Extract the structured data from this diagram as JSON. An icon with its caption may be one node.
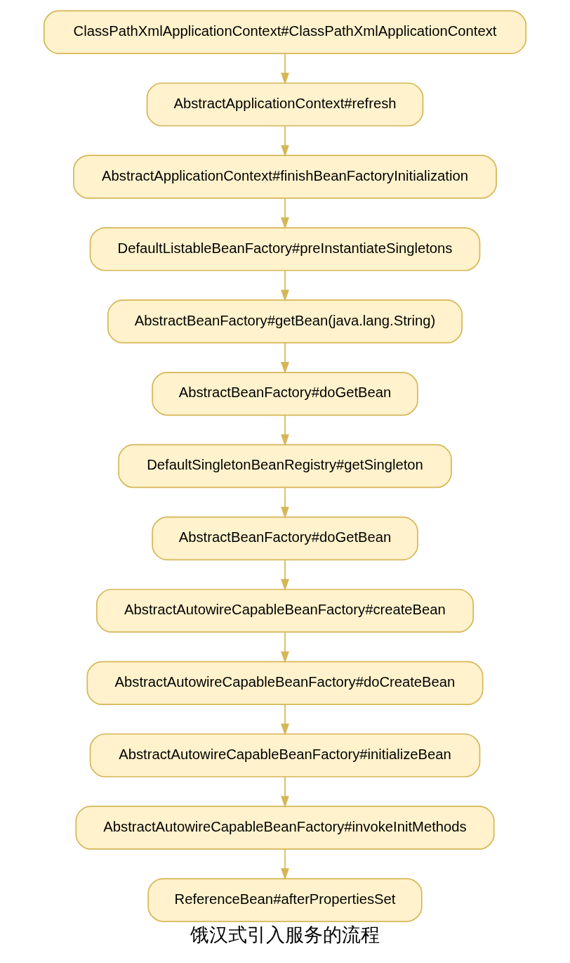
{
  "diagram": {
    "caption": "饿汉式引入服务的流程",
    "nodes": [
      {
        "text": [
          "ClassPathXmlApplicationContext#ClassPathXmlApplicationContext"
        ]
      },
      {
        "text": [
          "AbstractApplicationContext#refresh"
        ]
      },
      {
        "text": [
          "AbstractApplicationContext#finishBeanFactoryInitialization"
        ]
      },
      {
        "text": [
          "DefaultListableBeanFactory#preInstantiateSingletons"
        ]
      },
      {
        "text": [
          "AbstractBeanFactory#getBean(java.lang.String)"
        ]
      },
      {
        "text": [
          "AbstractBeanFactory#doGetBean"
        ]
      },
      {
        "text": [
          "DefaultSingletonBeanRegistry#getSingleton"
        ]
      },
      {
        "text": [
          "AbstractBeanFactory#doGetBean"
        ]
      },
      {
        "text": [
          "AbstractAutowireCapableBeanFactory#createBean"
        ]
      },
      {
        "text": [
          "AbstractAutowireCapableBeanFactory#doCreateBean"
        ]
      },
      {
        "text": [
          "AbstractAutowireCapableBeanFactory#initializeBean"
        ]
      },
      {
        "text": [
          "AbstractAutowireCapableBeanFactory#invokeInitMethods"
        ]
      },
      {
        "text": [
          "ReferenceBean#afterPropertiesSet"
        ]
      }
    ],
    "edges": [
      {
        "from": 0,
        "to": 1,
        "arrow": "to"
      },
      {
        "from": 1,
        "to": 2,
        "arrow": "to"
      },
      {
        "from": 2,
        "to": 3,
        "arrow": "to"
      },
      {
        "from": 3,
        "to": 4,
        "arrow": "to"
      },
      {
        "from": 4,
        "to": 5,
        "arrow": "to"
      },
      {
        "from": 5,
        "to": 6,
        "arrow": "to"
      },
      {
        "from": 6,
        "to": 7,
        "arrow": "to"
      },
      {
        "from": 7,
        "to": 8,
        "arrow": "to"
      },
      {
        "from": 8,
        "to": 9,
        "arrow": "to"
      },
      {
        "from": 9,
        "to": 10,
        "arrow": "to"
      },
      {
        "from": 10,
        "to": 11,
        "arrow": "to"
      },
      {
        "from": 11,
        "to": 12,
        "arrow": "to"
      }
    ]
  }
}
